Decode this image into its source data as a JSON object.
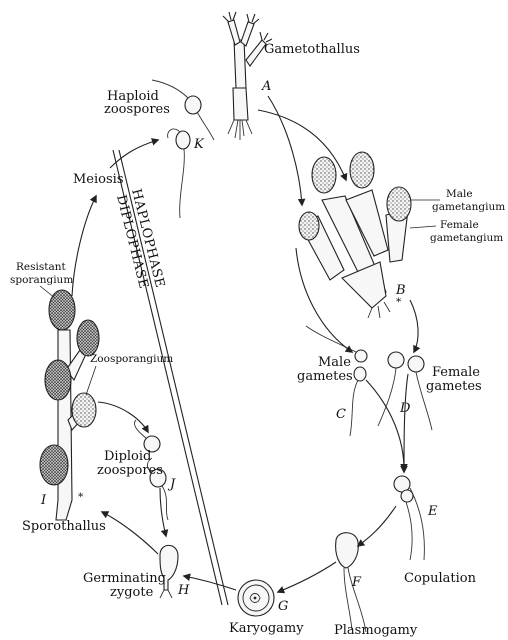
{
  "labels": {
    "gametothallus": "Gametothallus",
    "a": "A",
    "haploid_zoospores_1": "Haploid",
    "haploid_zoospores_2": "zoospores",
    "k": "K",
    "meiosis": "Meiosis",
    "haplophase": "HAPLOPHASE",
    "diplophase": "DIPLOPHASE",
    "male_gametangium_1": "Male",
    "male_gametangium_2": "gametangium",
    "female_gametangium_1": "Female",
    "female_gametangium_2": "gametangium",
    "b": "B",
    "resistant_sporangium_1": "Resistant",
    "resistant_sporangium_2": "sporangium",
    "zoosporangium": "Zoosporangium",
    "male_gametes_1": "Male",
    "male_gametes_2": "gametes",
    "female_gametes_1": "Female",
    "female_gametes_2": "gametes",
    "c": "C",
    "d": "D",
    "diploid_zoospores_1": "Diploid",
    "diploid_zoospores_2": "zoospores",
    "j": "J",
    "i": "I",
    "e": "E",
    "sporothallus": "Sporothallus",
    "copulation": "Copulation",
    "f": "F",
    "germinating_zygote_1": "Germinating",
    "germinating_zygote_2": "zygote",
    "h": "H",
    "g": "G",
    "karyogamy": "Karyogamy",
    "plasmogamy": "Plasmogamy"
  }
}
